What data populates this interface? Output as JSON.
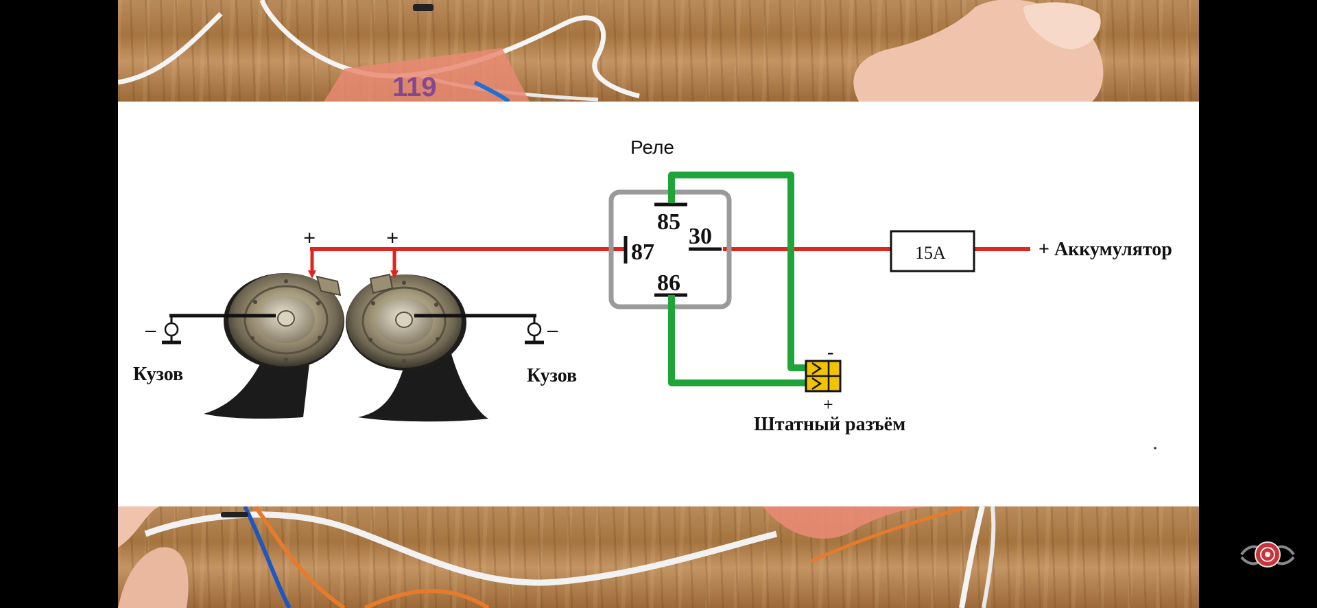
{
  "diagram": {
    "relay_title": "Реле",
    "pins": {
      "p85": "85",
      "p86": "86",
      "p87": "87",
      "p30": "30"
    },
    "fuse_label": "15A",
    "battery_label": "+ Аккумулятор",
    "horn_left": {
      "plus": "+",
      "minus": "–",
      "ground_label": "Кузов"
    },
    "horn_right": {
      "plus": "+",
      "minus": "–",
      "ground_label": "Кузов"
    },
    "connector": {
      "minus": "-",
      "plus": "+",
      "label": "Штатный разъём"
    }
  },
  "colors": {
    "positive_wire": "#e0261c",
    "control_wire": "#1fa43a",
    "ground_wire": "#111111",
    "relay_body": "#9a9a9a",
    "connector_fill": "#f2c400"
  }
}
